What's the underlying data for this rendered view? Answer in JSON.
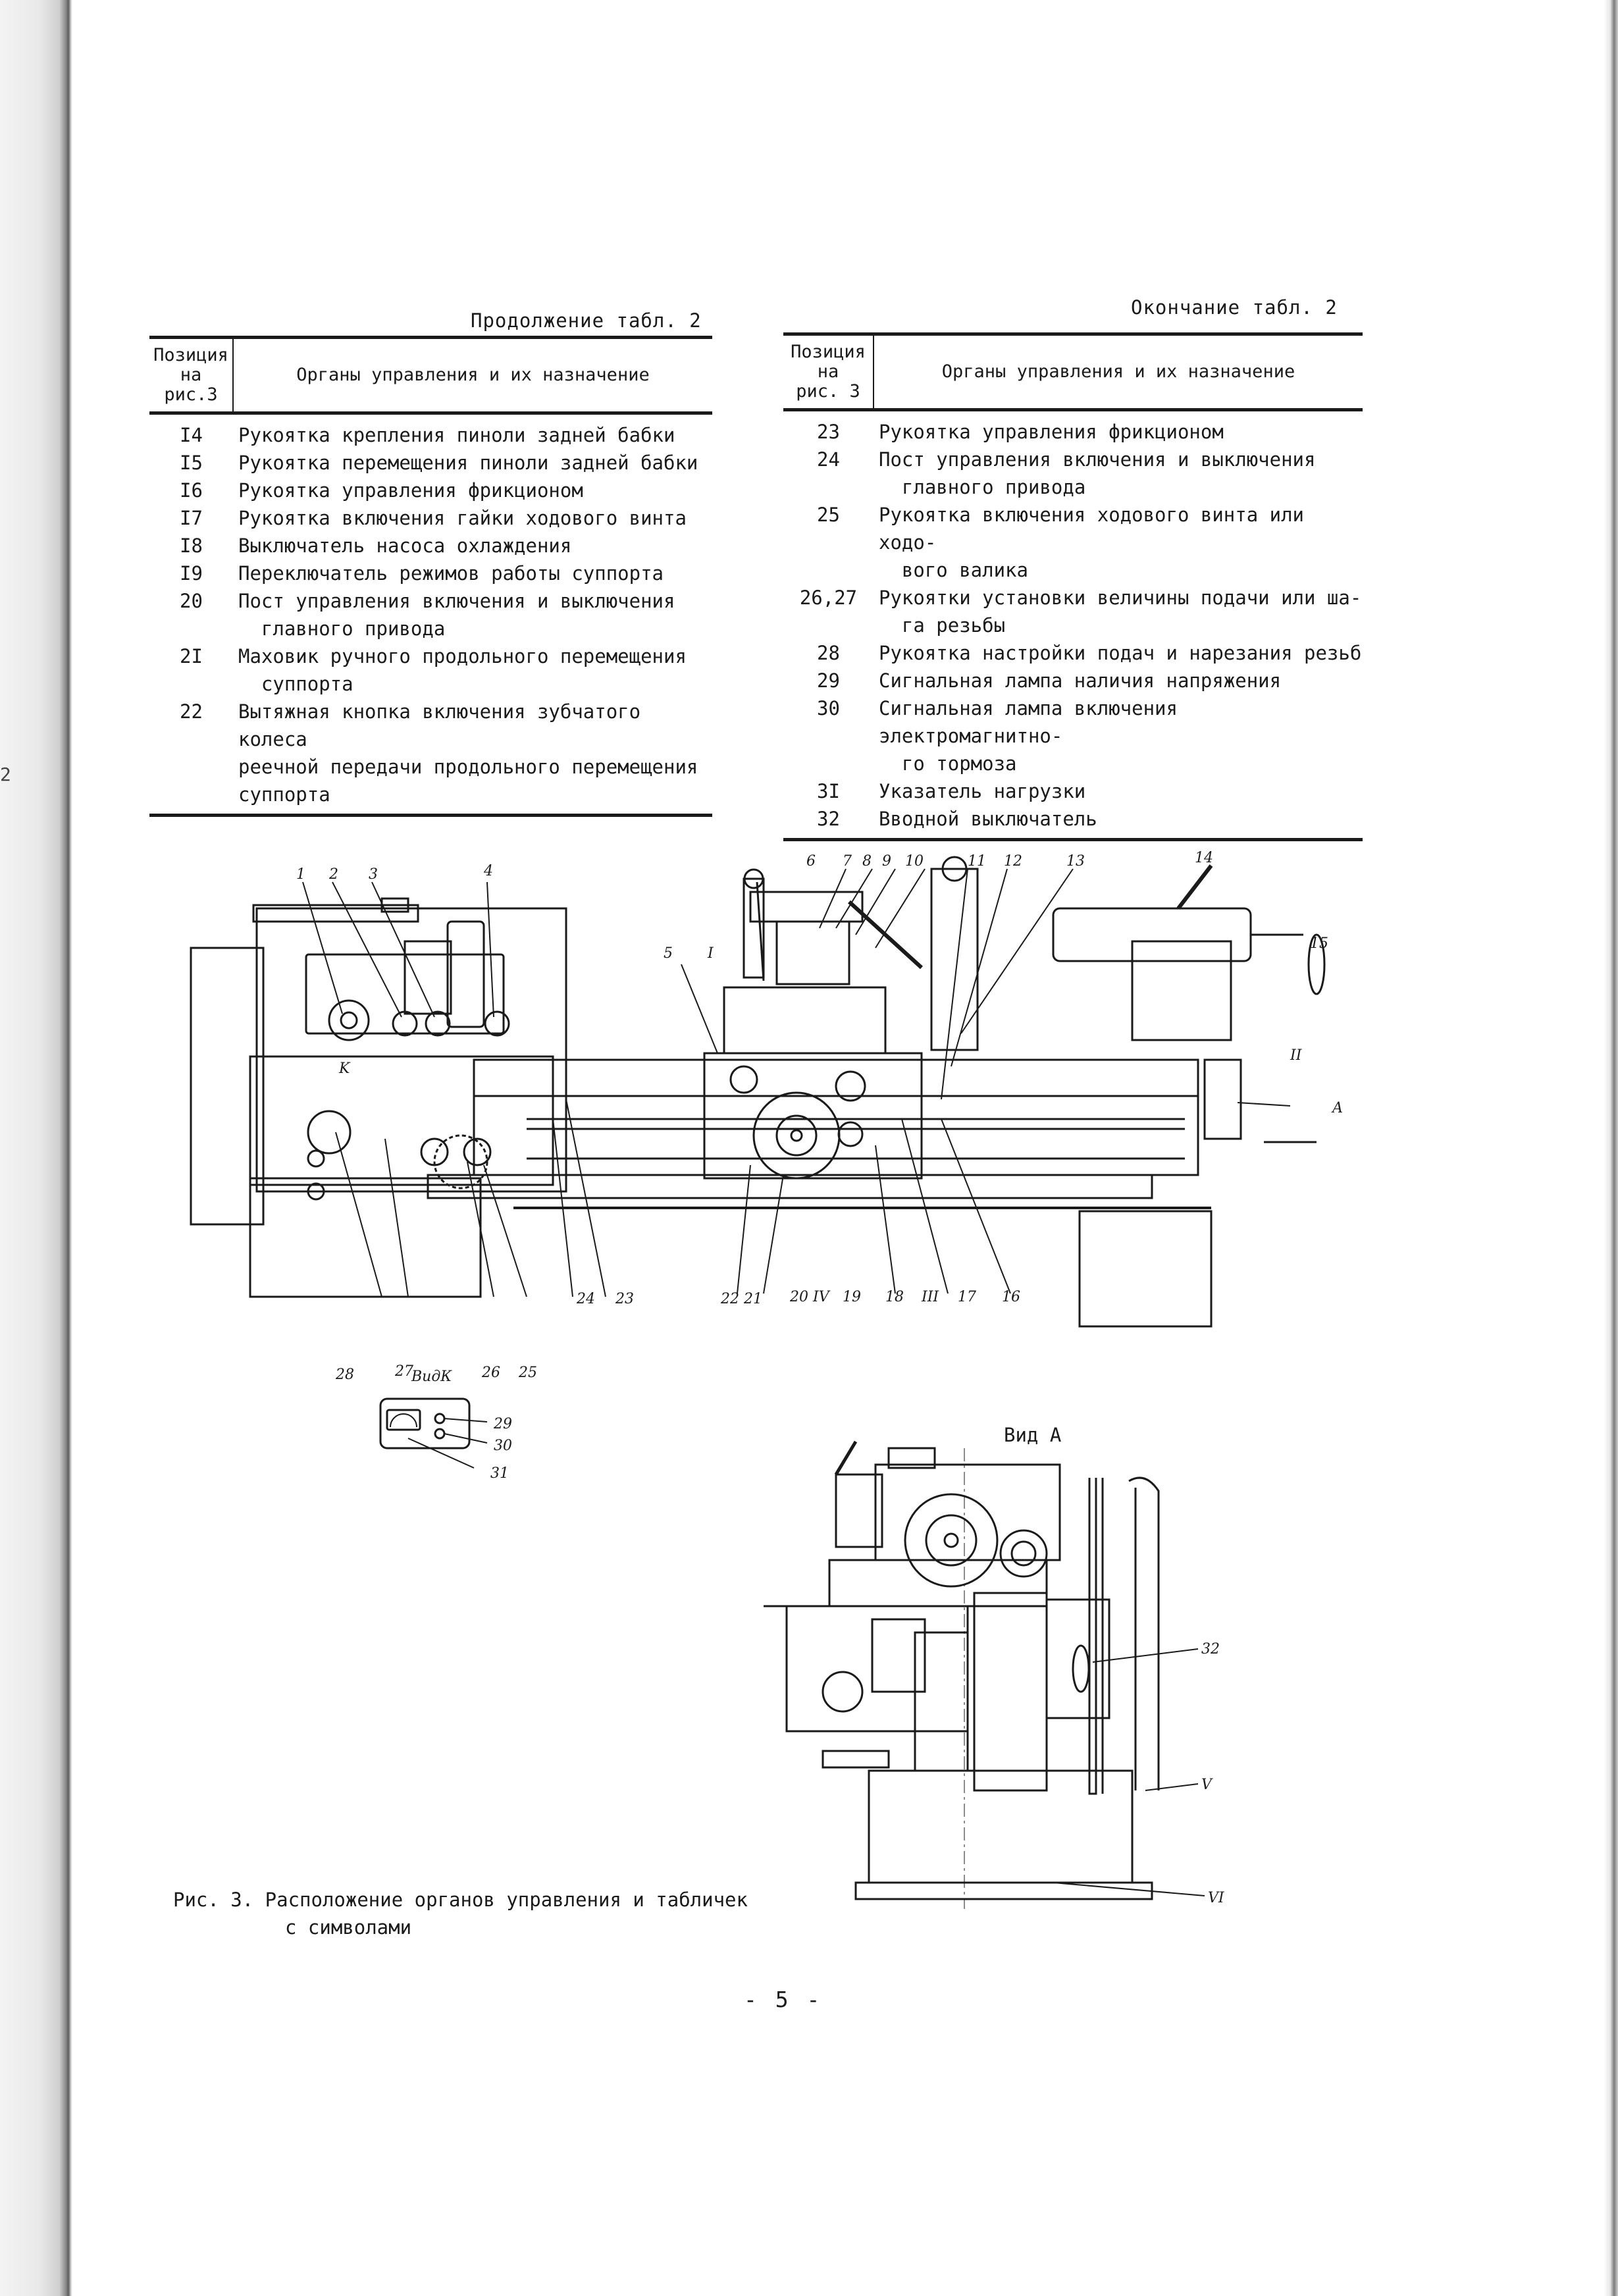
{
  "left_table": {
    "caption": "Продолжение  табл. 2",
    "header": {
      "position": "Позиция\nна\nрис.3",
      "description": "Органы управления и их назначение"
    },
    "rows": [
      {
        "num": "I4",
        "text": "Рукоятка крепления пиноли задней бабки"
      },
      {
        "num": "I5",
        "text": "Рукоятка перемещения пиноли задней бабки"
      },
      {
        "num": "I6",
        "text": "Рукоятка управления фрикционом"
      },
      {
        "num": "I7",
        "text": "Рукоятка включения гайки ходового винта"
      },
      {
        "num": "I8",
        "text": "Выключатель насоса охлаждения"
      },
      {
        "num": "I9",
        "text": "Переключатель режимов работы суппорта"
      },
      {
        "num": "20",
        "text": "Пост управления включения и выключения\n  главного привода"
      },
      {
        "num": "2I",
        "text": "Маховик ручного продольного перемещения\n  суппорта"
      },
      {
        "num": "22",
        "text": "Вытяжная кнопка включения зубчатого колеса\nреечной передачи продольного перемещения\nсуппорта"
      }
    ]
  },
  "right_table": {
    "caption": "Окончание  табл. 2",
    "header": {
      "position": "Позиция\nна\nрис. 3",
      "description": "Органы управления и их назначение"
    },
    "rows": [
      {
        "num": "23",
        "text": "Рукоятка управления фрикционом"
      },
      {
        "num": "24",
        "text": "Пост управления включения и выключения\n  главного привода"
      },
      {
        "num": "25",
        "text": "Рукоятка включения ходового винта или ходо-\n  вого валика"
      },
      {
        "num": "26,27",
        "text": "Рукоятки установки величины подачи или ша-\n  га резьбы"
      },
      {
        "num": "28",
        "text": "Рукоятка настройки подач и нарезания резьб"
      },
      {
        "num": "29",
        "text": "Сигнальная лампа наличия напряжения"
      },
      {
        "num": "30",
        "text": "Сигнальная лампа включения электромагнитно-\n  го тормоза"
      },
      {
        "num": "3I",
        "text": "Указатель нагрузки"
      },
      {
        "num": "32",
        "text": "Вводной выключатель"
      }
    ]
  },
  "figure": {
    "callouts_top": [
      "1",
      "2",
      "3",
      "4",
      "5",
      "I",
      "6",
      "7",
      "8",
      "9",
      "10",
      "11",
      "12",
      "13",
      "14",
      "15",
      "II",
      "A"
    ],
    "callouts_bottom": [
      "28",
      "27",
      "ВидК",
      "26",
      "25",
      "24",
      "23",
      "22",
      "21",
      "20",
      "IV",
      "19",
      "18",
      "III",
      "17",
      "16"
    ],
    "view_k_label": "K",
    "view_k_callouts": [
      "29",
      "30",
      "31"
    ],
    "view_a_label": "Вид А",
    "view_a_callouts": [
      "32",
      "V",
      "VI"
    ],
    "caption_line1": "Рис. 3. Расположение органов управления и табличек",
    "caption_line2": "с символами"
  },
  "page_number": "- 5 -",
  "margin_mark": "2"
}
